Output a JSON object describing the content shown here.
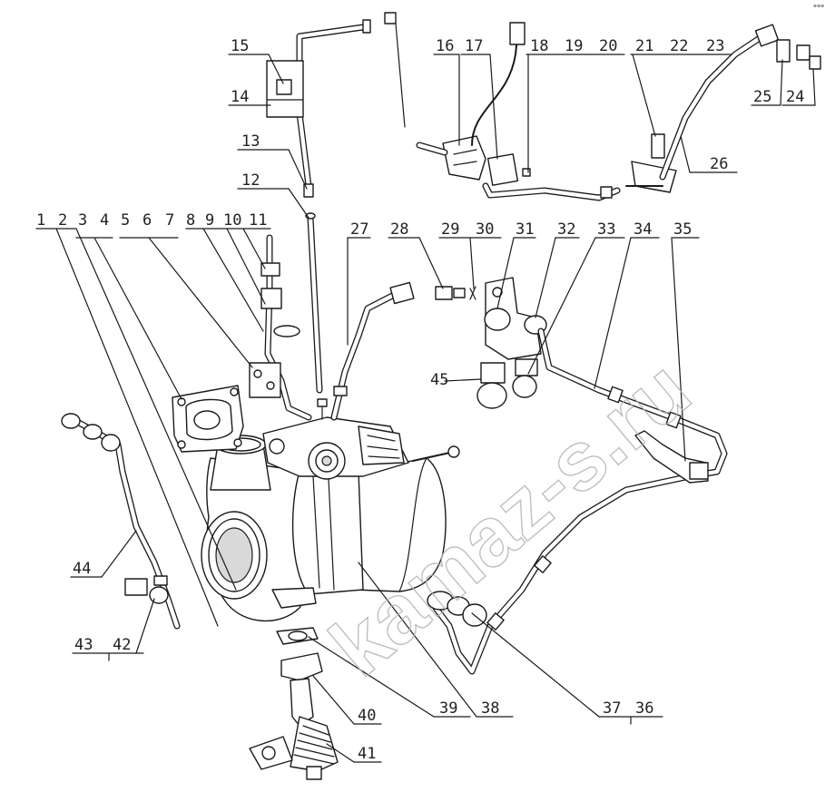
{
  "labels": [
    "1",
    "2",
    "3",
    "4",
    "5",
    "6",
    "7",
    "8",
    "9",
    "10",
    "11",
    "12",
    "13",
    "14",
    "15",
    "16",
    "17",
    "18",
    "19",
    "20",
    "21",
    "22",
    "23",
    "24",
    "25",
    "26",
    "27",
    "28",
    "29",
    "30",
    "31",
    "32",
    "33",
    "34",
    "35",
    "36",
    "37",
    "38",
    "39",
    "40",
    "41",
    "42",
    "43",
    "44",
    "45"
  ],
  "watermark": "kamaz-s.ru",
  "corner_mark": "▪▪▪"
}
